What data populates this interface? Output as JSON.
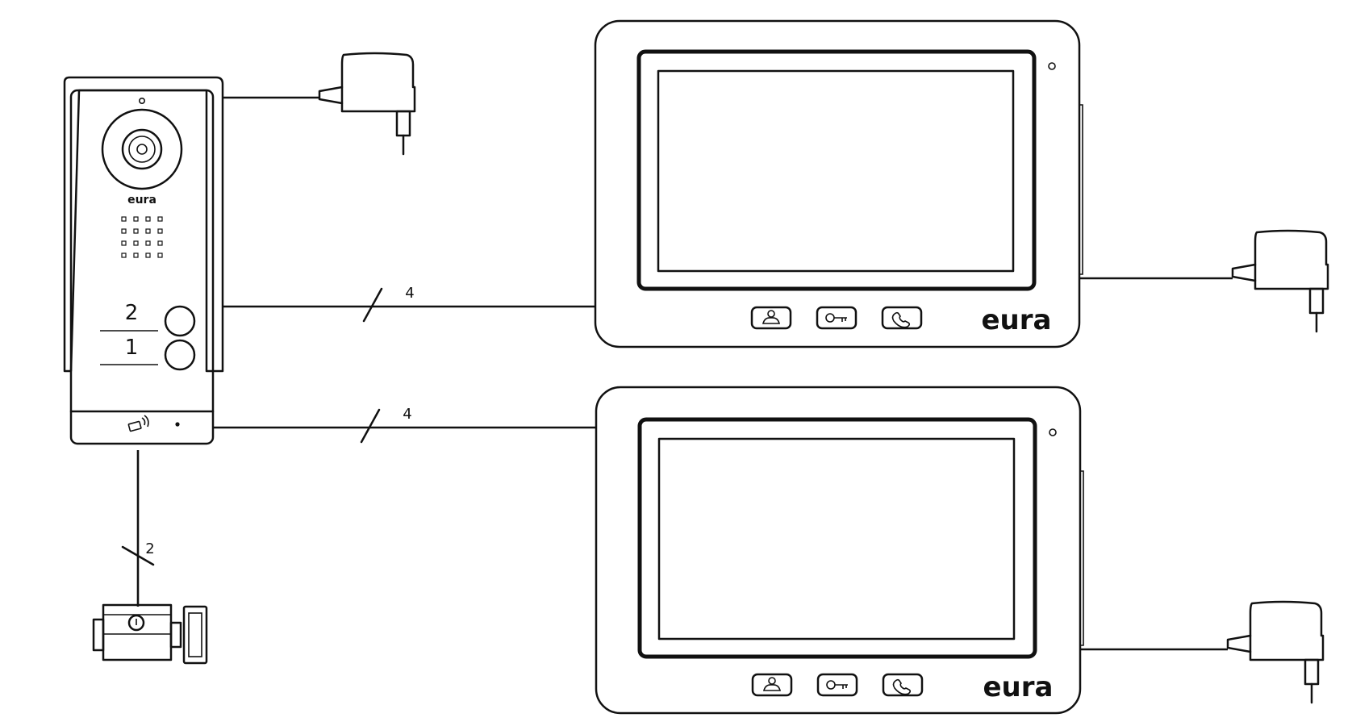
{
  "door_station": {
    "brand": "eura",
    "button_labels": [
      "2",
      "1"
    ]
  },
  "monitors": [
    {
      "brand": "eura"
    },
    {
      "brand": "eura"
    }
  ],
  "connections": {
    "monitor_1_wires": "4",
    "monitor_2_wires": "4",
    "lock_wires": "2"
  },
  "colors": {
    "line": "#111111",
    "background": "#ffffff"
  }
}
